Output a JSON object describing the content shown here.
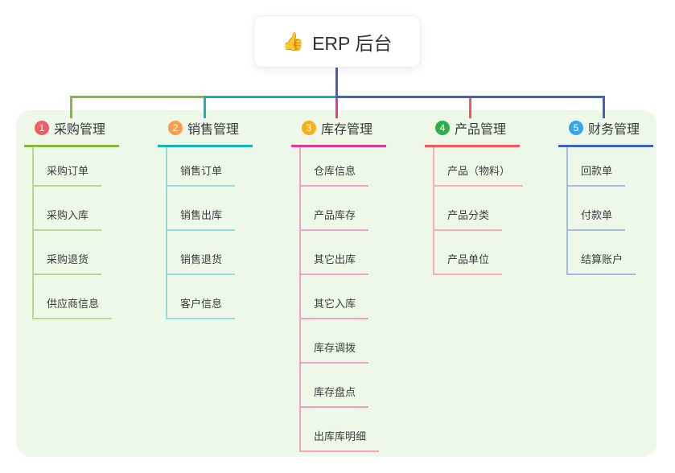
{
  "root": {
    "icon": "👍",
    "label": "ERP 后台"
  },
  "colors": {
    "root_connector": "#4a5bc4",
    "panel_background": "#edf8e9"
  },
  "branches": [
    {
      "number": "1",
      "label": "采购管理",
      "badge_color": "#f25c68",
      "line_color": "#85ba40",
      "tint_color": "#b9d98e",
      "children": [
        "采购订单",
        "采购入库",
        "采购退货",
        "供应商信息"
      ]
    },
    {
      "number": "2",
      "label": "销售管理",
      "badge_color": "#fb9e4b",
      "line_color": "#12b5b0",
      "tint_color": "#93dcd8",
      "children": [
        "销售订单",
        "销售出库",
        "销售退货",
        "客户信息"
      ]
    },
    {
      "number": "3",
      "label": "库存管理",
      "badge_color": "#fbaf18",
      "line_color": "#e23a93",
      "tint_color": "#f2a1c9",
      "children": [
        "仓库信息",
        "产品库存",
        "其它出库",
        "其它入库",
        "库存调拨",
        "库存盘点",
        "出库库明细"
      ]
    },
    {
      "number": "4",
      "label": "产品管理",
      "badge_color": "#2fae49",
      "line_color": "#f8565e",
      "tint_color": "#fbaeb2",
      "children": [
        "产品（物料）",
        "产品分类",
        "产品单位"
      ]
    },
    {
      "number": "5",
      "label": "财务管理",
      "badge_color": "#33a6e9",
      "line_color": "#4062c0",
      "tint_color": "#a9b9e6",
      "children": [
        "回款单",
        "付款单",
        "结算账户"
      ]
    }
  ]
}
